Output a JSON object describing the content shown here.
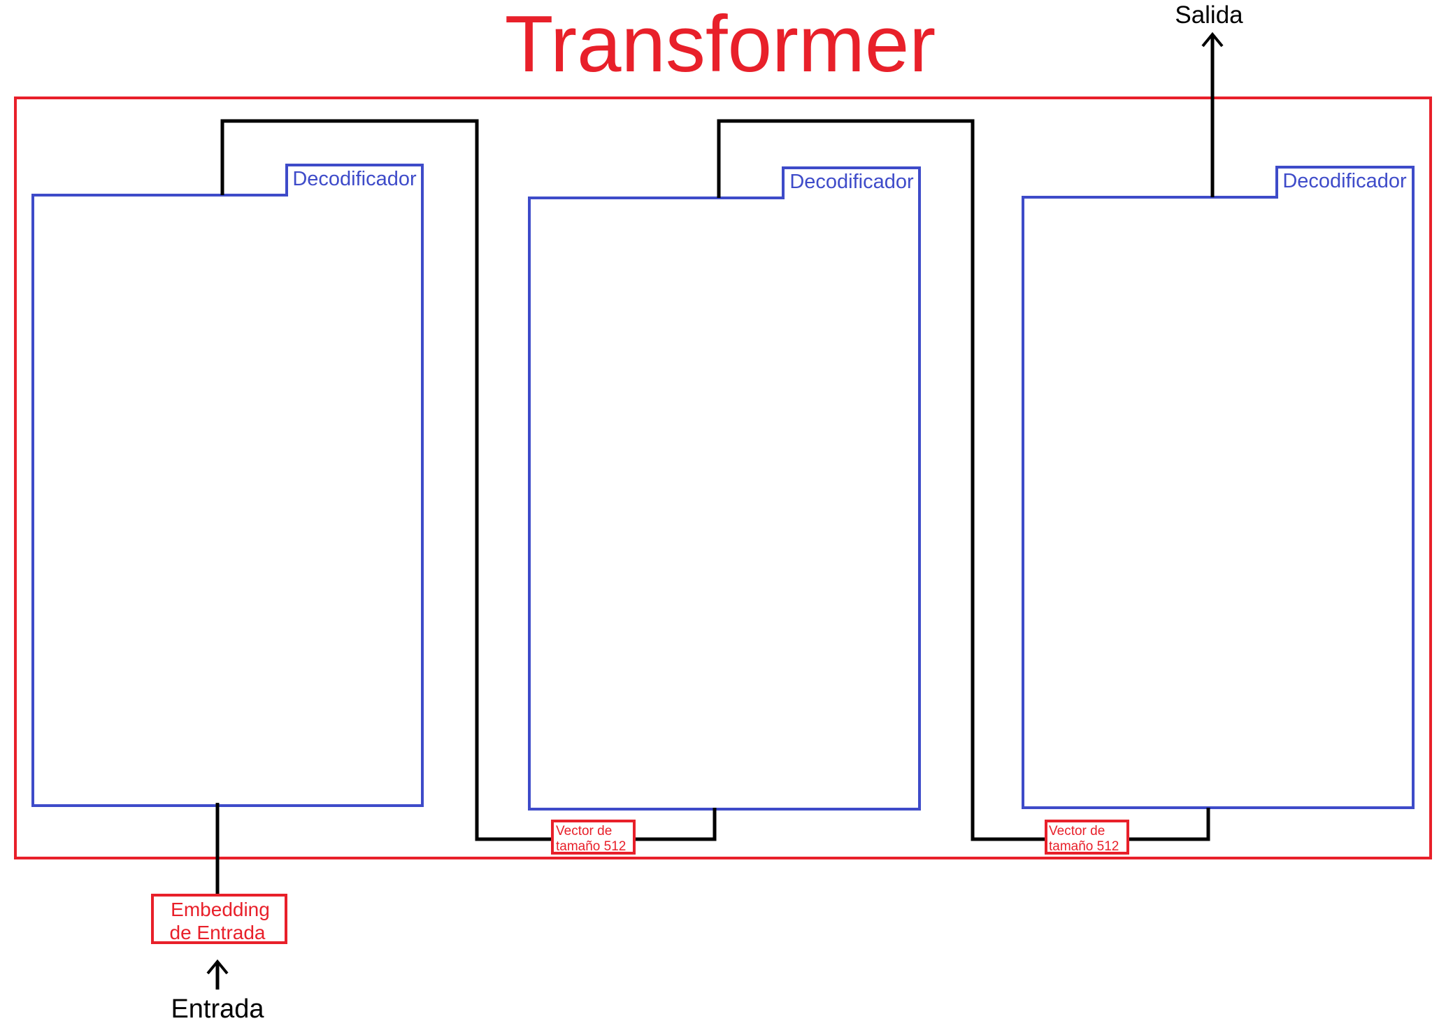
{
  "title": "Transformer",
  "input_label": "Entrada",
  "output_label": "Salida",
  "embedding": {
    "line1": "Embedding",
    "line2": "de Entrada"
  },
  "decoders": [
    {
      "label": "Decodificador"
    },
    {
      "label": "Decodificador"
    },
    {
      "label": "Decodificador"
    }
  ],
  "vector_labels": [
    {
      "line1": "Vector de",
      "line2": "tamaño 512"
    },
    {
      "line1": "Vector de",
      "line2": "tamaño 512"
    }
  ],
  "colors": {
    "title": "#e8202a",
    "frame": "#e8202a",
    "decoder": "#3e4bc9",
    "connector": "#000000",
    "label_box": "#e8202a"
  }
}
